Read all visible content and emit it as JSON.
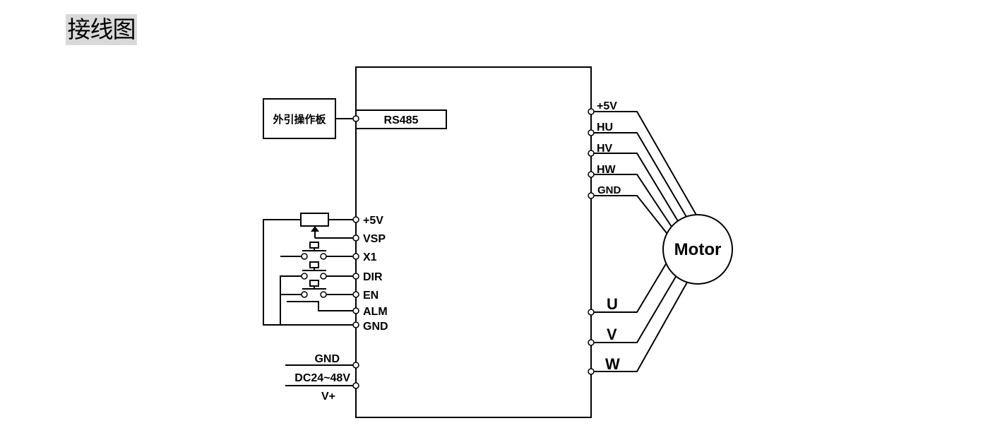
{
  "title": "接线图",
  "external_panel": "外引操作板",
  "rs485": "RS485",
  "control_terminals": [
    "+5V",
    "VSP",
    "X1",
    "DIR",
    "EN",
    "ALM",
    "GND"
  ],
  "power": {
    "gnd": "GND",
    "voltage": "DC24~48V",
    "vplus": "V+"
  },
  "hall_terminals": [
    "+5V",
    "HU",
    "HV",
    "HW",
    "GND"
  ],
  "motor_terminals": [
    "U",
    "V",
    "W"
  ],
  "motor": "Motor"
}
